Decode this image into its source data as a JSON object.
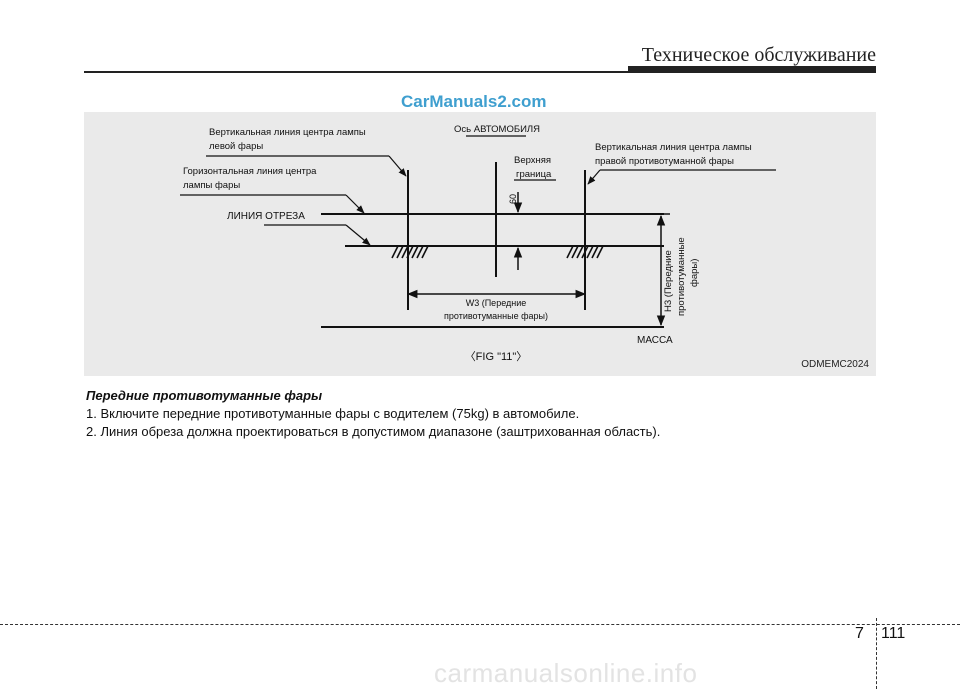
{
  "header": {
    "chapter_title": "Техническое обслуживание",
    "watermark": "CarManuals2.com"
  },
  "figure": {
    "labels": {
      "vertical_left_line1": "Вертикальная линия центра лампы",
      "vertical_left_line2": "левой фары",
      "horizontal_line1": "Горизонтальная линия центра",
      "horizontal_line2": "лампы фары",
      "cutoff": "ЛИНИЯ ОТРЕЗА",
      "vehicle_axis": "Ось АВТОМОБИЛЯ",
      "upper_limit_line1": "Верхняя",
      "upper_limit_line2": "граница",
      "sixty": "60",
      "vertical_right_line1": "Вертикальная линия центра лампы",
      "vertical_right_line2": "правой противотуманной фары",
      "w3_line1": "W3 (Передние",
      "w3_line2": "противотуманные фары)",
      "h3_line1": "H3 (Передние",
      "h3_line2": "противотуманные",
      "h3_line3": "фары)",
      "mass": "МАССА",
      "fig_caption": "〈FIG \"11\"〉"
    },
    "code": "ODMEMC2024",
    "colors": {
      "panel": "#eaeaea",
      "lines": "#111111"
    }
  },
  "content": {
    "heading": "Передние противотуманные фары",
    "steps": [
      "1. Включите передние противотуманные фары с водителем (75kg) в автомобиле.",
      "2. Линия обреза должна проектироваться в допустимом диапазоне (заштрихованная область)."
    ]
  },
  "footer": {
    "chapter": "7",
    "page": "111",
    "watermark": "carmanualsonline.info"
  }
}
